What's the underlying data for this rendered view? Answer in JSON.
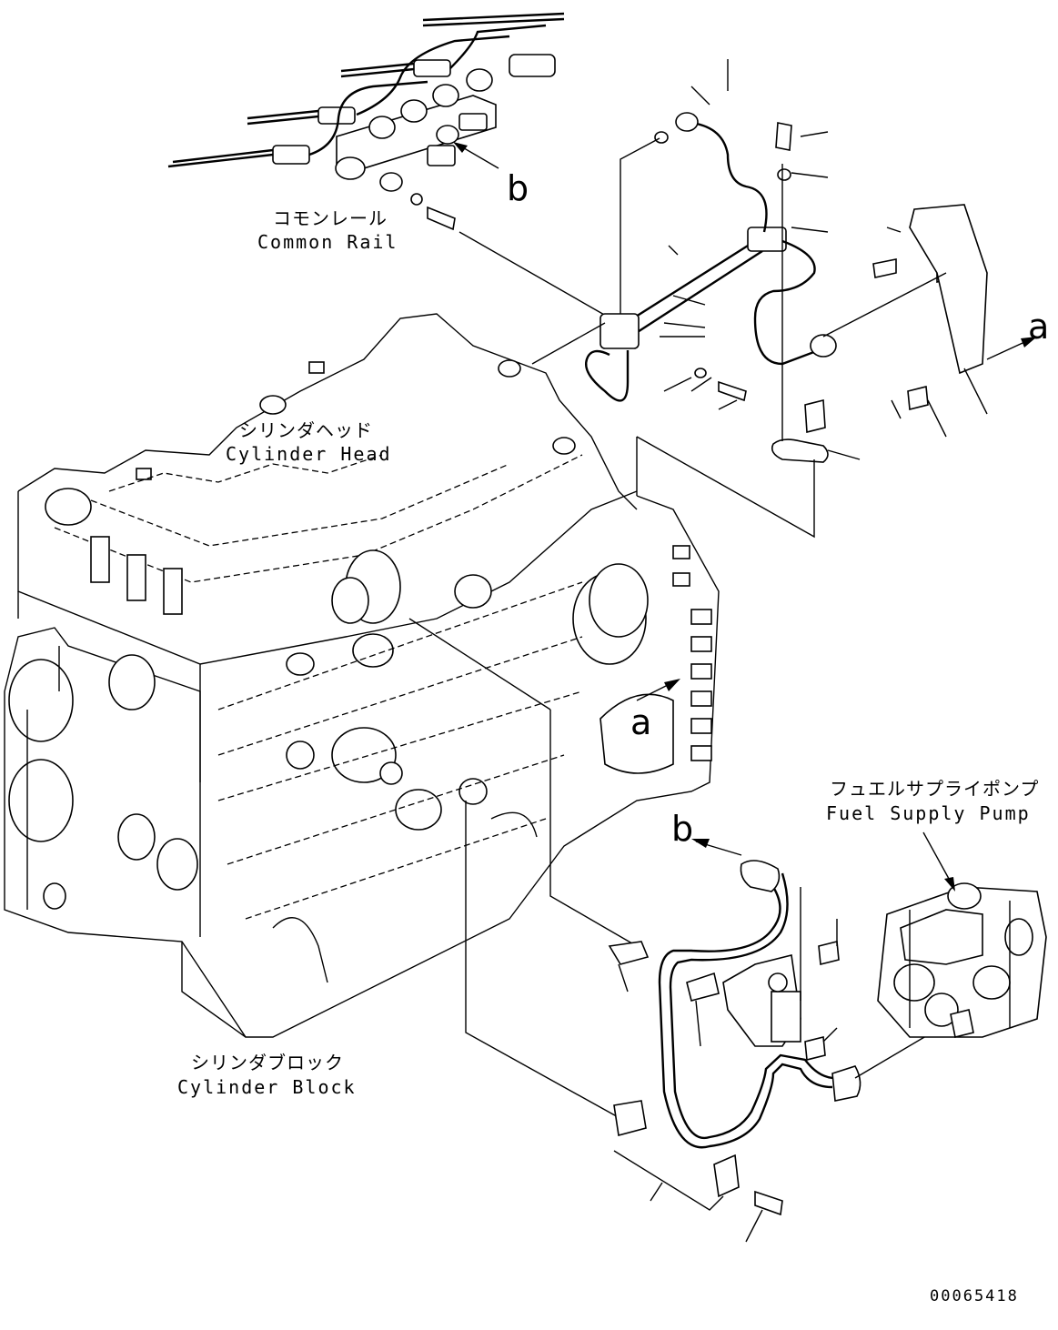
{
  "labels": {
    "common_rail_jp": "コモンレール",
    "common_rail_en": "Common Rail",
    "cylinder_head_jp": "シリンダヘッド",
    "cylinder_head_en": "Cylinder Head",
    "cylinder_block_jp": "シリンダブロック",
    "cylinder_block_en": "Cylinder Block",
    "fuel_pump_jp": "フュエルサプライポンプ",
    "fuel_pump_en": "Fuel Supply Pump"
  },
  "refs": {
    "a_top": "a",
    "a_block": "a",
    "b_top": "b",
    "b_bottom": "b"
  },
  "drawing_code": "00065418"
}
